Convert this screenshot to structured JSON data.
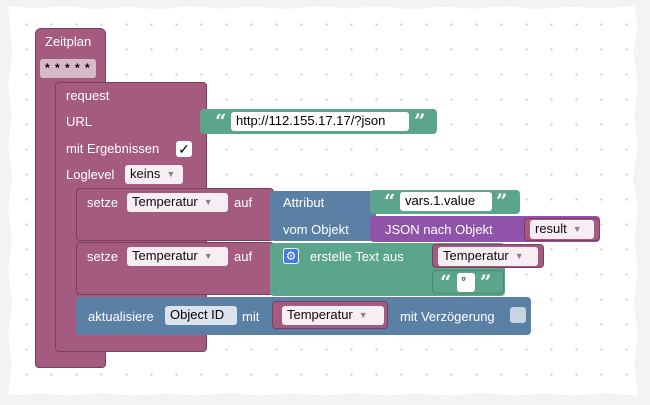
{
  "schedule_block": {
    "title": "Zeitplan",
    "value": "* * * * *"
  },
  "request_block": {
    "title": "request",
    "url_label": "URL",
    "url_value": "http://112.155.17.17/?json",
    "with_results_label": "mit Ergebnissen",
    "with_results_checked": "✓",
    "loglevel_label": "Loglevel",
    "loglevel_value": "keins"
  },
  "set_block_1": {
    "set_label": "setze",
    "variable": "Temperatur",
    "to_label": "auf",
    "attribute_label": "Attribut",
    "attribute_value": "vars.1.value",
    "from_object_label": "vom Objekt",
    "json_label": "JSON nach Objekt",
    "json_arg": "result"
  },
  "set_block_2": {
    "set_label": "setze",
    "variable": "Temperatur",
    "to_label": "auf",
    "create_text_label": "erstelle Text aus",
    "text_var": "Temperatur",
    "text_literal": "°"
  },
  "update_block": {
    "label": "aktualisiere",
    "object_id": "Object ID",
    "with_label": "mit",
    "variable": "Temperatur",
    "delay_label": "mit Verzögerung"
  },
  "quote_open": "“",
  "quote_close": "”",
  "dropdown_arrow": "▼",
  "gear_symbol": "⚙",
  "colors": {
    "magenta": "#a55b80",
    "teal": "#5ba58c",
    "blue": "#5b80a5",
    "purple": "#8f53a9"
  }
}
